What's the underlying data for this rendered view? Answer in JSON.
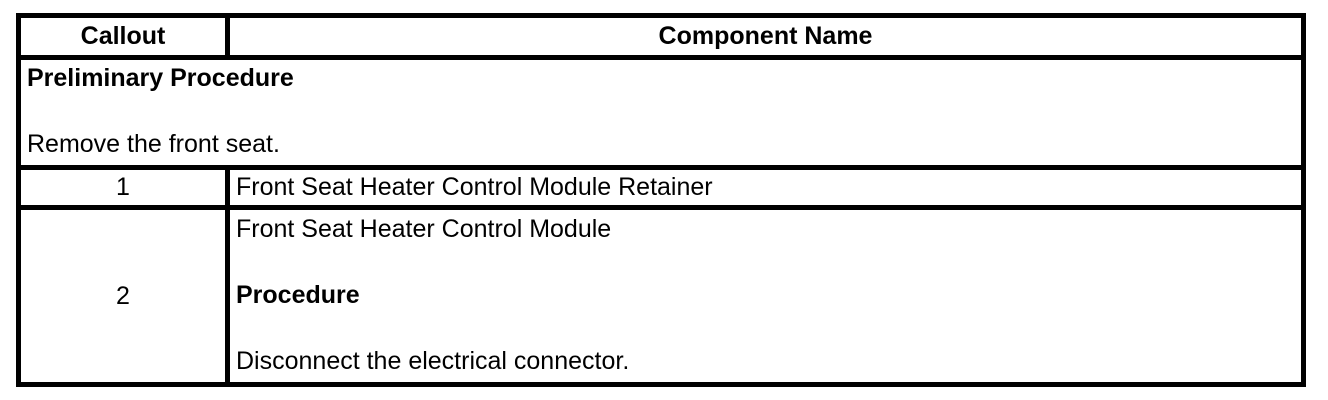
{
  "colors": {
    "background": "#ffffff",
    "border": "#000000",
    "text": "#000000"
  },
  "table": {
    "columns": {
      "callout": "Callout",
      "component_name": "Component Name"
    },
    "preliminary": {
      "title": "Preliminary Procedure",
      "instruction": "Remove the front seat."
    },
    "rows": [
      {
        "callout": "1",
        "component_name": "Front Seat Heater Control Module Retainer"
      },
      {
        "callout": "2",
        "component_name": "Front Seat Heater Control Module",
        "procedure_title": "Procedure",
        "procedure_instruction": "Disconnect the electrical connector."
      }
    ]
  }
}
